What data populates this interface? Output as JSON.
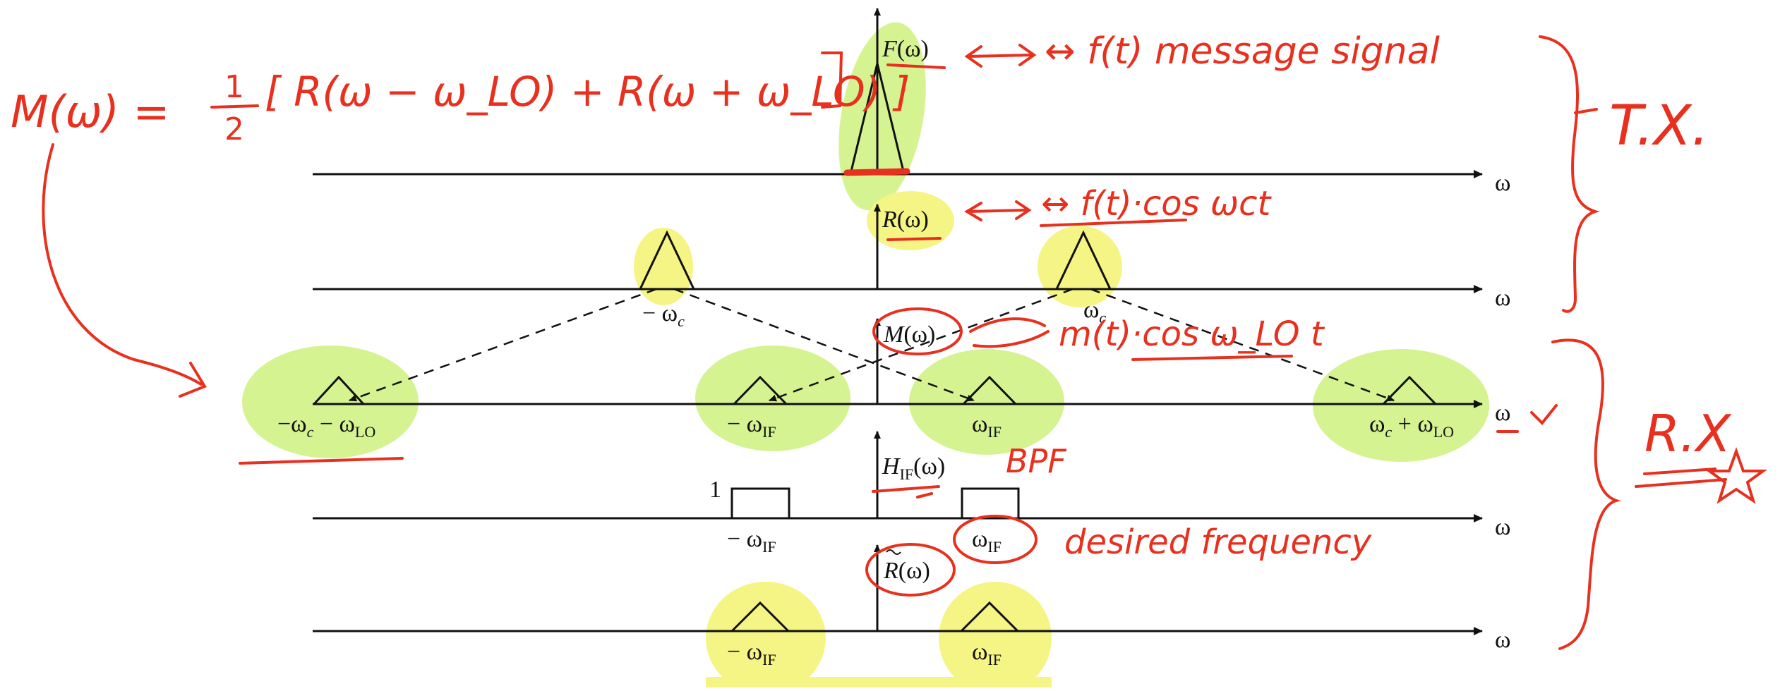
{
  "diagram": {
    "axis_symbol": "ω",
    "rows": [
      {
        "id": "row-f",
        "label": "F",
        "label_arg": "(ω)"
      },
      {
        "id": "row-r",
        "label": "R",
        "label_arg": "(ω)",
        "ticks": [
          "− ω",
          "ω"
        ],
        "tick_sub": "c"
      },
      {
        "id": "row-m",
        "label": "M",
        "label_arg": "(ω)",
        "ticks": [
          "−ω",
          "− ω",
          "ω",
          "ω"
        ]
      },
      {
        "id": "row-h",
        "label": "H",
        "label_sub": "IF",
        "label_arg": "(ω)",
        "amplitude": "1",
        "ticks": [
          "− ω",
          "ω"
        ],
        "tick_sub": "IF"
      },
      {
        "id": "row-rt",
        "label": "R",
        "label_arg": "(ω)",
        "ticks": [
          "− ω",
          "ω"
        ],
        "tick_sub": "IF"
      }
    ],
    "m_ticks_full": {
      "t1a": "−ω",
      "t1b": "c",
      "t1c": " − ω",
      "t1d": "LO",
      "t2a": "− ω",
      "t2b": "IF",
      "t3a": "ω",
      "t3b": "IF",
      "t4a": "ω",
      "t4b": "c",
      "t4c": " + ω",
      "t4d": "LO"
    },
    "handwritten": {
      "equation": "M(ω) = ½ [ R(ω − ω_LO) + R(ω + ω_LO) ]",
      "eq_left": "M(ω) = ",
      "eq_frac_num": "1",
      "eq_frac_den": "2",
      "eq_bracket": "[ R(ω − ω_LO) + R(ω + ω_LO) ]",
      "f_note": "↔ f(t)  message signal",
      "r_note": "↔ f(t)·cos ωct",
      "m_note": "m(t)·cos ω_LO t",
      "bpf_note": "BPF",
      "desired_note": "desired frequency",
      "tx_label": "T.X.",
      "rx_label": "R.X"
    },
    "colors": {
      "ink_red": "#e8301f",
      "highlight_green": "#c8ef6e",
      "highlight_yellow": "#f2f25c",
      "axis": "#111111"
    }
  }
}
